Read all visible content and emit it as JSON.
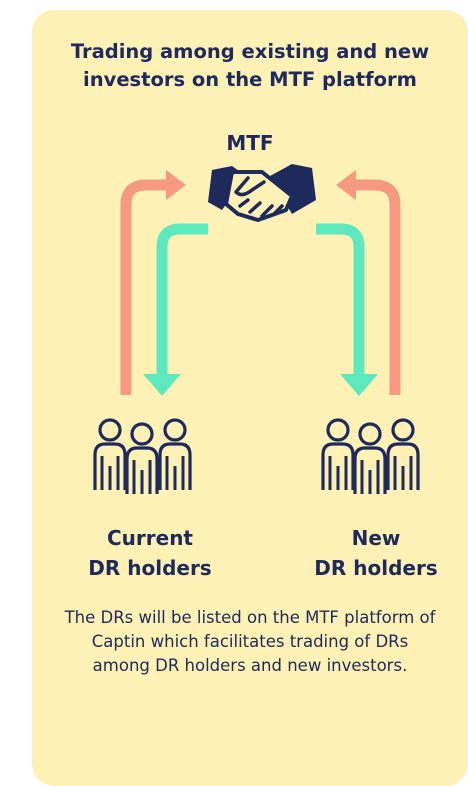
{
  "title": {
    "line1": "Trading among existing and new",
    "line2": "investors on the MTF platform"
  },
  "hub": {
    "label": "MTF",
    "icon": "handshake-icon"
  },
  "holders": {
    "current": {
      "line1": "Current",
      "line2": "DR holders",
      "icon": "people-group-icon"
    },
    "new": {
      "line1": "New",
      "line2": "DR holders",
      "icon": "people-group-icon"
    }
  },
  "description": "The DRs will be listed on the MTF platform of Captin which facilitates trading of DRs among DR holders and new investors.",
  "colors": {
    "background": "#fdf1b6",
    "text": "#1d2a5b",
    "arrow_up": "#f59a80",
    "arrow_down": "#5ee8bd"
  }
}
